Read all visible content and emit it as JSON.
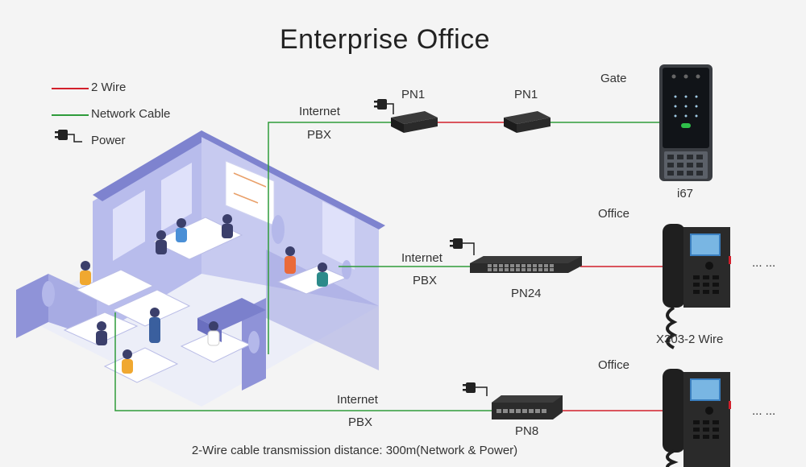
{
  "title": "Enterprise Office",
  "legend": {
    "two_wire": "2 Wire",
    "network_cable": "Network Cable",
    "power": "Power"
  },
  "colors": {
    "two_wire": "#d21f2b",
    "network_cable": "#2e9b3a",
    "room": "#8f93d8"
  },
  "rows": {
    "top": {
      "link_top": "Internet",
      "link_bottom": "PBX",
      "device_a": "PN1",
      "device_b": "PN1",
      "endpoint_label": "Gate",
      "endpoint_model": "i67"
    },
    "middle": {
      "link_top": "Internet",
      "link_bottom": "PBX",
      "device": "PN24",
      "endpoint_label": "Office",
      "endpoint_model": "X303-2 Wire",
      "more": "... ..."
    },
    "bottom": {
      "link_top": "Internet",
      "link_bottom": "PBX",
      "device": "PN8",
      "endpoint_label": "Office",
      "more": "... ..."
    }
  },
  "footer": "2-Wire cable transmission distance: 300m(Network & Power)"
}
